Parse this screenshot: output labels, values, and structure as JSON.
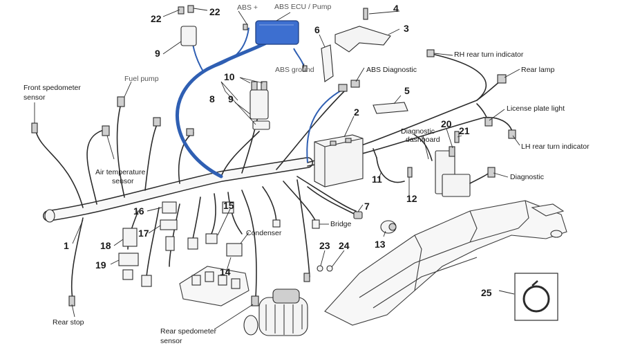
{
  "colors": {
    "abs_highlight": "#2f5fb3",
    "abs_highlight_fill": "#3d6fd0",
    "ink": "#2b2b2b"
  },
  "labels": {
    "abs_plus": "ABS +",
    "abs_ecu": "ABS ECU / Pump",
    "abs_ground": "ABS ground",
    "abs_diagnostic": "ABS Diagnostic",
    "fuel_pump": "Fuel pump",
    "front_speedo_1": "Front spedometer",
    "front_speedo_2": "sensor",
    "air_temp_1": "Air temperature",
    "air_temp_2": "sensor",
    "rh_rear_turn": "RH rear turn indicator",
    "rear_lamp": "Rear lamp",
    "license_plate": "License plate light",
    "lh_rear_turn": "LH rear turn indicator",
    "diag_dash_1": "Diagnostic",
    "diag_dash_2": "dashboard",
    "diagnostic": "Diagnostic",
    "condenser": "Condenser",
    "bridge": "Bridge",
    "rear_stop": "Rear stop",
    "rear_speedo_1": "Rear spedometer",
    "rear_speedo_2": "sensor"
  },
  "numbers": {
    "n1": "1",
    "n2": "2",
    "n3": "3",
    "n4": "4",
    "n5": "5",
    "n6": "6",
    "n7": "7",
    "n8": "8",
    "n9a": "9",
    "n9b": "9",
    "n10": "10",
    "n11": "11",
    "n12": "12",
    "n13": "13",
    "n14": "14",
    "n15": "15",
    "n16": "16",
    "n17": "17",
    "n18": "18",
    "n19": "19",
    "n20": "20",
    "n21": "21",
    "n22a": "22",
    "n22b": "22",
    "n23": "23",
    "n24": "24",
    "n25": "25"
  }
}
